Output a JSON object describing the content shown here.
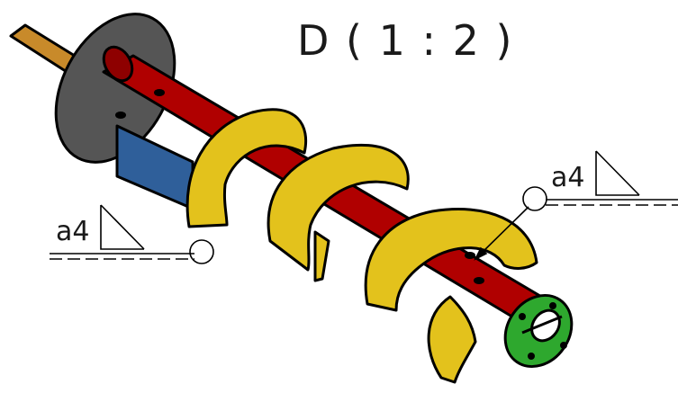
{
  "view": {
    "title": "D ( 1 : 2 )",
    "scale": "1:2"
  },
  "welds": [
    {
      "label": "a4"
    },
    {
      "label": "a4"
    }
  ],
  "colors": {
    "shaft_end": "#c88a2a",
    "flange_disc": "#555555",
    "tube": "#b00000",
    "bracket": "#2f5f9a",
    "flight": "#e3c21c",
    "end_flange": "#2ea82e",
    "outline": "#000000"
  }
}
